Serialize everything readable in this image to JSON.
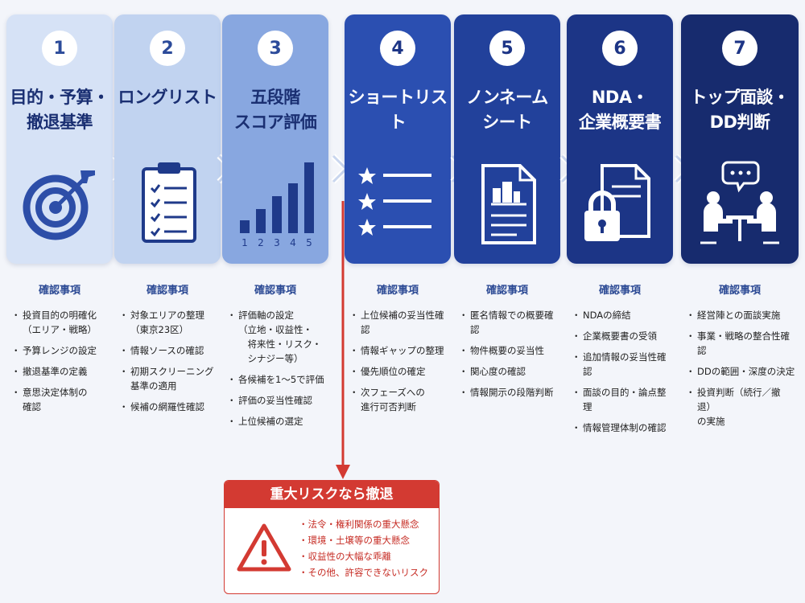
{
  "steps": [
    {
      "number": "1",
      "title": "目的・予算・\n撤退基準",
      "icon": "target-icon",
      "section": "確認事項",
      "items": [
        "投資目的の明確化\n（エリア・戦略）",
        "予算レンジの設定",
        "撤退基準の定義",
        "意思決定体制の\n確認"
      ]
    },
    {
      "number": "2",
      "title": "ロングリスト",
      "icon": "clipboard-checklist-icon",
      "section": "確認事項",
      "items": [
        "対象エリアの整理\n（東京23区）",
        "情報ソースの確認",
        "初期スクリーニング\n基準の適用",
        "候補の網羅性確認"
      ]
    },
    {
      "number": "3",
      "title": "五段階\nスコア評価",
      "icon": "bar-chart-icon",
      "section": "確認事項",
      "chart_ticks": [
        "1",
        "2",
        "3",
        "4",
        "5"
      ],
      "items": [
        "評価軸の設定\n（立地・収益性・\n　将来性・リスク・\n　シナジー等）",
        "各候補を1〜5で評価",
        "評価の妥当性確認",
        "上位候補の選定"
      ]
    },
    {
      "number": "4",
      "title": "ショートリスト",
      "icon": "star-list-icon",
      "section": "確認事項",
      "items": [
        "上位候補の妥当性確認",
        "情報ギャップの整理",
        "優先順位の確定",
        "次フェーズへの\n進行可否判断"
      ]
    },
    {
      "number": "5",
      "title": "ノンネーム\nシート",
      "icon": "document-building-icon",
      "section": "確認事項",
      "items": [
        "匿名情報での概要確認",
        "物件概要の妥当性",
        "関心度の確認",
        "情報開示の段階判断"
      ]
    },
    {
      "number": "6",
      "title": "NDA・\n企業概要書",
      "icon": "document-lock-icon",
      "section": "確認事項",
      "items": [
        "NDAの締結",
        "企業概要書の受領",
        "追加情報の妥当性確認",
        "面談の目的・論点整理",
        "情報管理体制の確認"
      ]
    },
    {
      "number": "7",
      "title": "トップ面談・\nDD判断",
      "icon": "meeting-icon",
      "section": "確認事項",
      "items": [
        "経営陣との面談実施",
        "事業・戦略の整合性確認",
        "DDの範囲・深度の決定",
        "投資判断（続行／撤退）\nの実施"
      ]
    }
  ],
  "risk": {
    "title": "重大リスクなら撤退",
    "icon": "warning-icon",
    "items": [
      "法令・権利関係の重大懸念",
      "環境・土壌等の重大懸念",
      "収益性の大幅な乖離",
      "その他、許容できないリスク"
    ]
  },
  "colors": {
    "accent": "#d33a32",
    "dark_navy": "#172b6e",
    "light_blue": "#d6e2f6"
  }
}
